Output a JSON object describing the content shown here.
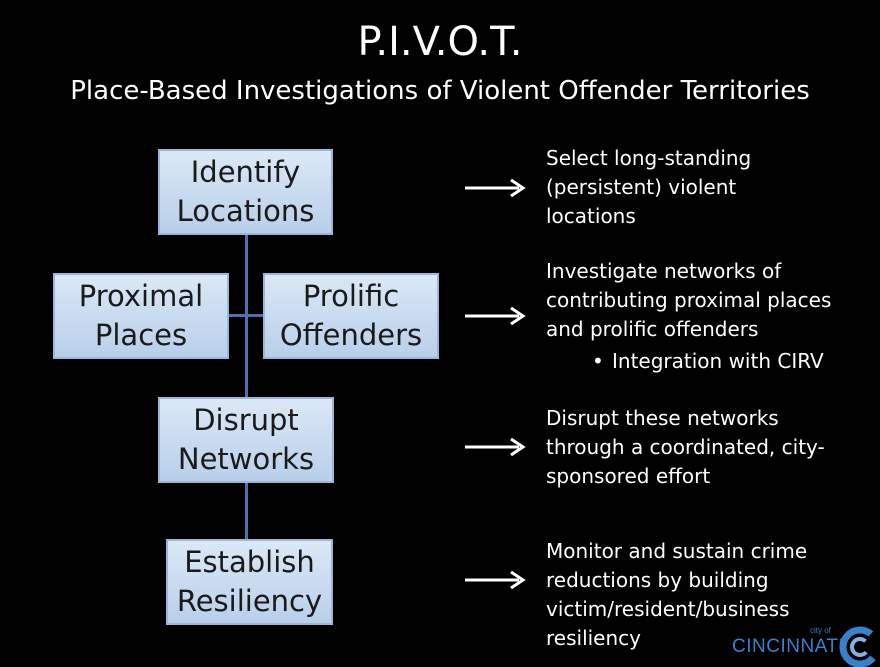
{
  "slide": {
    "title": "P.I.V.O.T.",
    "subtitle": "Place-Based Investigations of Violent Offender Territories"
  },
  "diagram": {
    "boxes": {
      "identify": "Identify\nLocations",
      "proximal": "Proximal\nPlaces",
      "prolific": "Prolific\nOffenders",
      "disrupt": "Disrupt\nNetworks",
      "establish": "Establish\nResiliency"
    },
    "descriptions": {
      "identify": "Select long-standing\n(persistent) violent\nlocations",
      "investigate": "Investigate networks of\ncontributing proximal places\nand prolific offenders",
      "investigate_bullet": "Integration with CIRV",
      "disrupt": "Disrupt these networks\nthrough a coordinated, city-\nsponsored effort",
      "monitor": "Monitor and sustain crime\nreductions by building\nvictim/resident/business\nresiliency"
    }
  },
  "logo": {
    "city_of": "city of",
    "name": "CINCINNATI"
  },
  "colors": {
    "background": "#000000",
    "box_fill": "#c9dbf0",
    "box_border": "#9db6d8",
    "connector": "#4a72b0",
    "logo_blue": "#3a7fc9"
  }
}
